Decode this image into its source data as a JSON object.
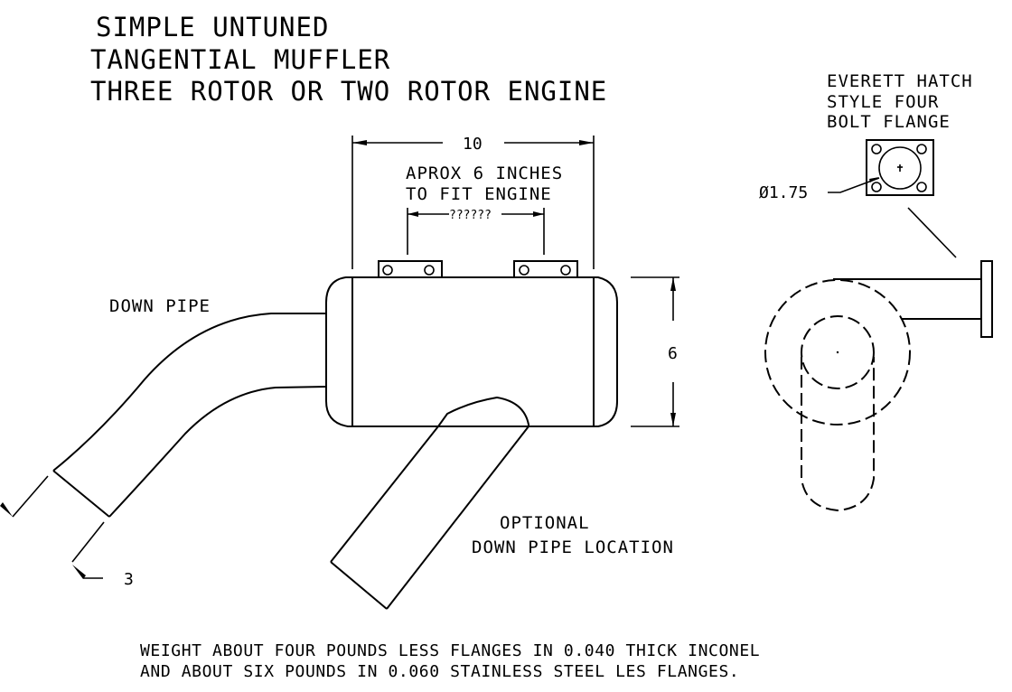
{
  "title": {
    "lines": [
      "SIMPLE UNTUNED",
      "TANGENTIAL MUFFLER",
      "THREE ROTOR OR TWO ROTOR ENGINE"
    ]
  },
  "dimensions": {
    "overall_length": "10",
    "mount_spacing_note": [
      "APROX 6 INCHES",
      "TO FIT ENGINE"
    ],
    "mount_spacing_value": "??????",
    "height": "6",
    "pipe_diameter": "3",
    "flange_bore": "Ø1.75"
  },
  "labels": {
    "down_pipe": "DOWN PIPE",
    "optional": [
      "OPTIONAL",
      "DOWN PIPE LOCATION"
    ],
    "flange": [
      "EVERETT HATCH",
      "STYLE FOUR",
      "BOLT FLANGE"
    ]
  },
  "notes": [
    "WEIGHT ABOUT FOUR POUNDS LESS FLANGES IN 0.040 THICK INCONEL",
    "AND ABOUT SIX POUNDS IN 0.060 STAINLESS STEEL LES FLANGES."
  ]
}
